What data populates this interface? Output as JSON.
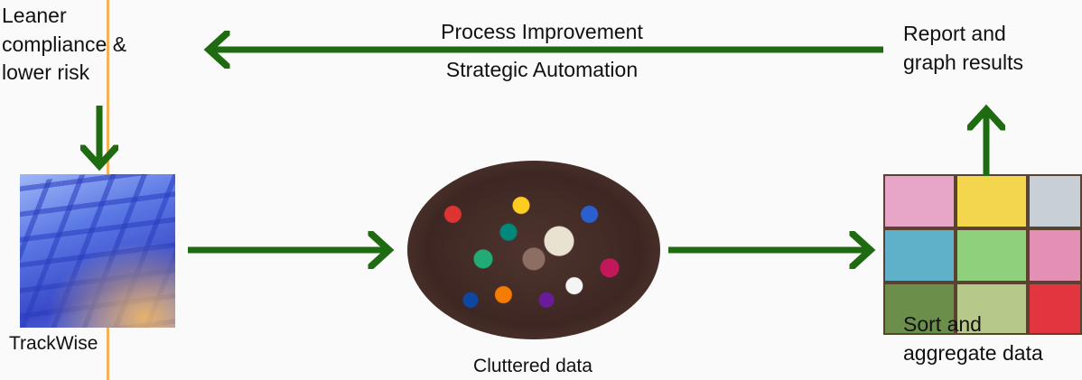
{
  "nodes": {
    "top_left": "Leaner\ncompliance &\nlower risk",
    "top_right": "Report and\ngraph results",
    "trackwise": "TrackWise",
    "cluttered": "Cluttered data",
    "sort": "Sort and\naggregate data"
  },
  "feedback": {
    "line1": "Process Improvement",
    "line2": "Strategic Automation"
  },
  "images": {
    "keyboard": "keyboard-image",
    "cluttered": "pile-of-buttons-image",
    "sorted": "sorted-buttons-tray-image"
  },
  "colors": {
    "arrow": "#1e6b12",
    "divider": "#f1b258",
    "background": "#fafafa"
  }
}
